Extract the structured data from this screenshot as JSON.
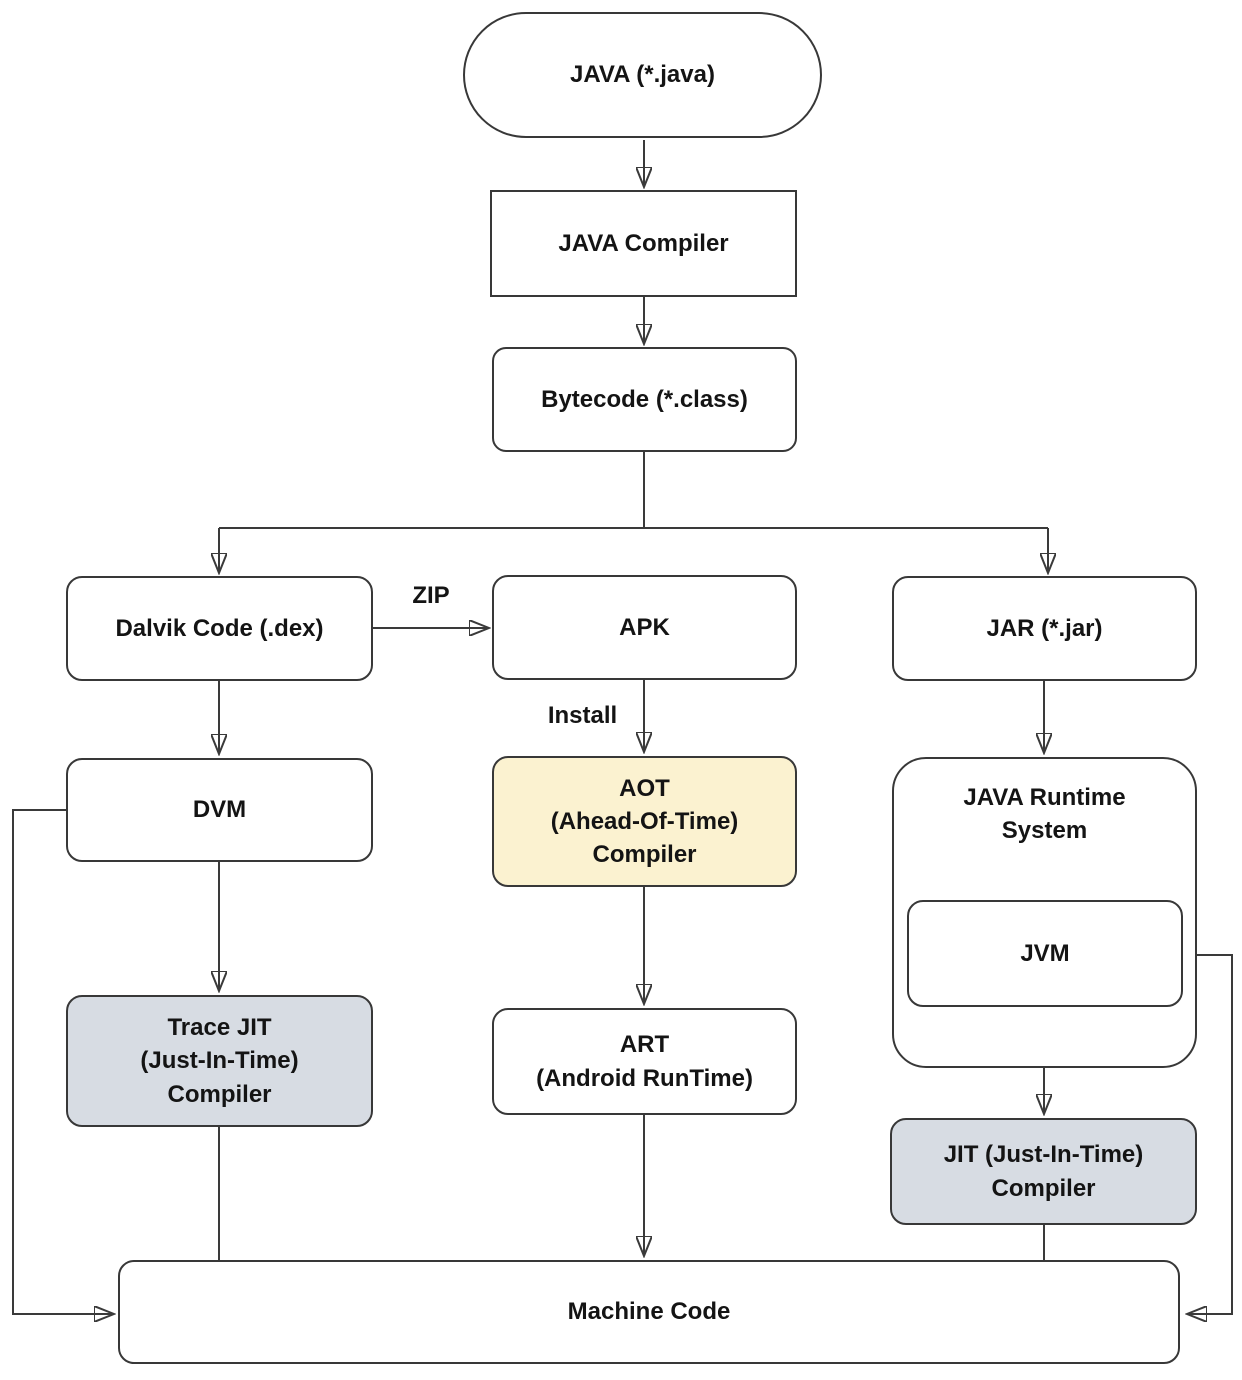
{
  "diagram": {
    "nodes": {
      "java_source": {
        "label": "JAVA (*.java)"
      },
      "java_compiler": {
        "label": "JAVA Compiler"
      },
      "bytecode": {
        "label": "Bytecode (*.class)"
      },
      "dalvik": {
        "label": "Dalvik Code (.dex)"
      },
      "apk": {
        "label": "APK"
      },
      "jar": {
        "label": "JAR (*.jar)"
      },
      "dvm": {
        "label": "DVM"
      },
      "aot": {
        "lines": [
          "AOT",
          "(Ahead-Of-Time)",
          "Compiler"
        ]
      },
      "runtime": {
        "lines": [
          "JAVA Runtime",
          "System"
        ]
      },
      "jvm": {
        "label": "JVM"
      },
      "trace_jit": {
        "lines": [
          "Trace JIT",
          "(Just-In-Time)",
          "Compiler"
        ]
      },
      "art": {
        "lines": [
          "ART",
          "(Android RunTime)"
        ]
      },
      "jit": {
        "lines": [
          "JIT (Just-In-Time)",
          "Compiler"
        ]
      },
      "machine_code": {
        "label": "Machine Code"
      }
    },
    "edge_labels": {
      "zip": "ZIP",
      "install": "Install"
    },
    "colors": {
      "background": "#ffffff",
      "box_border": "#383838",
      "line": "#3a3a3a",
      "aot_fill": "#fbf2d0",
      "jit_fill": "#d7dce3",
      "text": "#141414"
    }
  }
}
